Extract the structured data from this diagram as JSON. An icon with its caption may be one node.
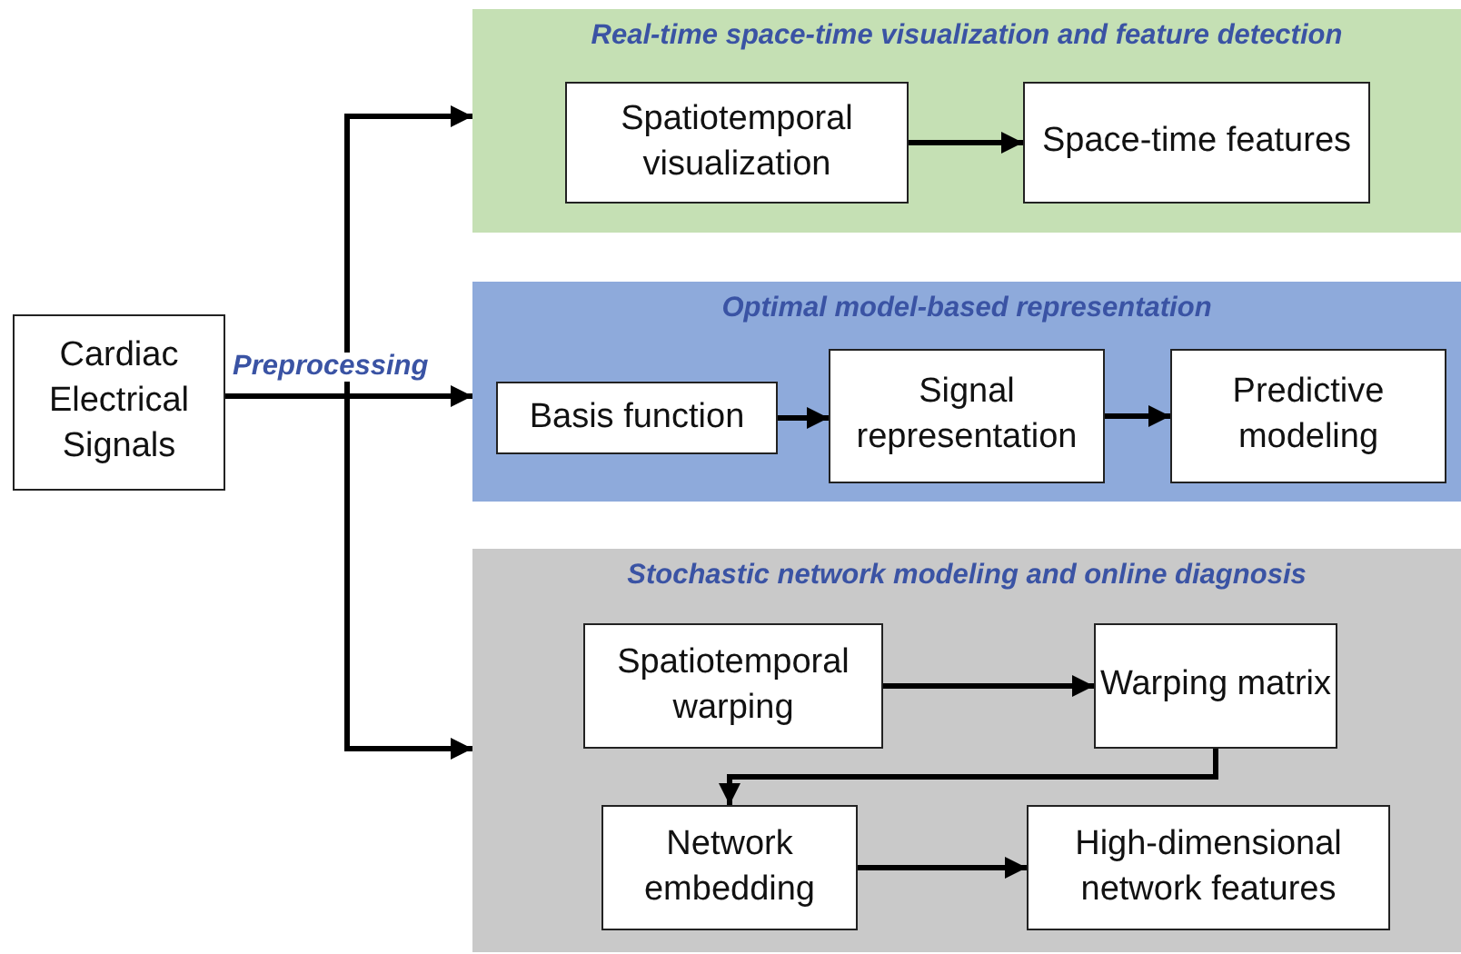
{
  "diagram": {
    "nodes": [
      {
        "text": [
          "Cardiac Electrical Signals"
        ]
      },
      {
        "text": [
          "Real-time space-time visualization and feature detection"
        ]
      },
      {
        "text": [
          "Spatiotemporal visualization"
        ],
        "in": 1
      },
      {
        "text": [
          "Space-time features"
        ],
        "in": 1
      },
      {
        "text": [
          "Optimal model-based representation"
        ]
      },
      {
        "text": [
          "Basis function"
        ],
        "in": 4
      },
      {
        "text": [
          "Signal representation"
        ],
        "in": 4
      },
      {
        "text": [
          "Predictive modeling"
        ],
        "in": 4
      },
      {
        "text": [
          "Stochastic network modeling and online diagnosis"
        ]
      },
      {
        "text": [
          "Spatiotemporal warping"
        ],
        "in": 8
      },
      {
        "text": [
          "Warping matrix"
        ],
        "in": 8
      },
      {
        "text": [
          "Network embedding"
        ],
        "in": 8
      },
      {
        "text": [
          "High-dimensional network features"
        ],
        "in": 8
      }
    ],
    "edges": [
      {
        "from": 0,
        "to": 1,
        "arrow": "to"
      },
      {
        "from": 0,
        "to": 4,
        "arrow": "to",
        "label": "Preprocessing"
      },
      {
        "from": 0,
        "to": 8,
        "arrow": "to"
      },
      {
        "from": 2,
        "to": 3,
        "arrow": "to"
      },
      {
        "from": 5,
        "to": 6,
        "arrow": "to"
      },
      {
        "from": 6,
        "to": 7,
        "arrow": "to"
      },
      {
        "from": 9,
        "to": 10,
        "arrow": "to"
      },
      {
        "from": 10,
        "to": 11,
        "arrow": "to"
      },
      {
        "from": 11,
        "to": 12,
        "arrow": "to"
      }
    ]
  }
}
